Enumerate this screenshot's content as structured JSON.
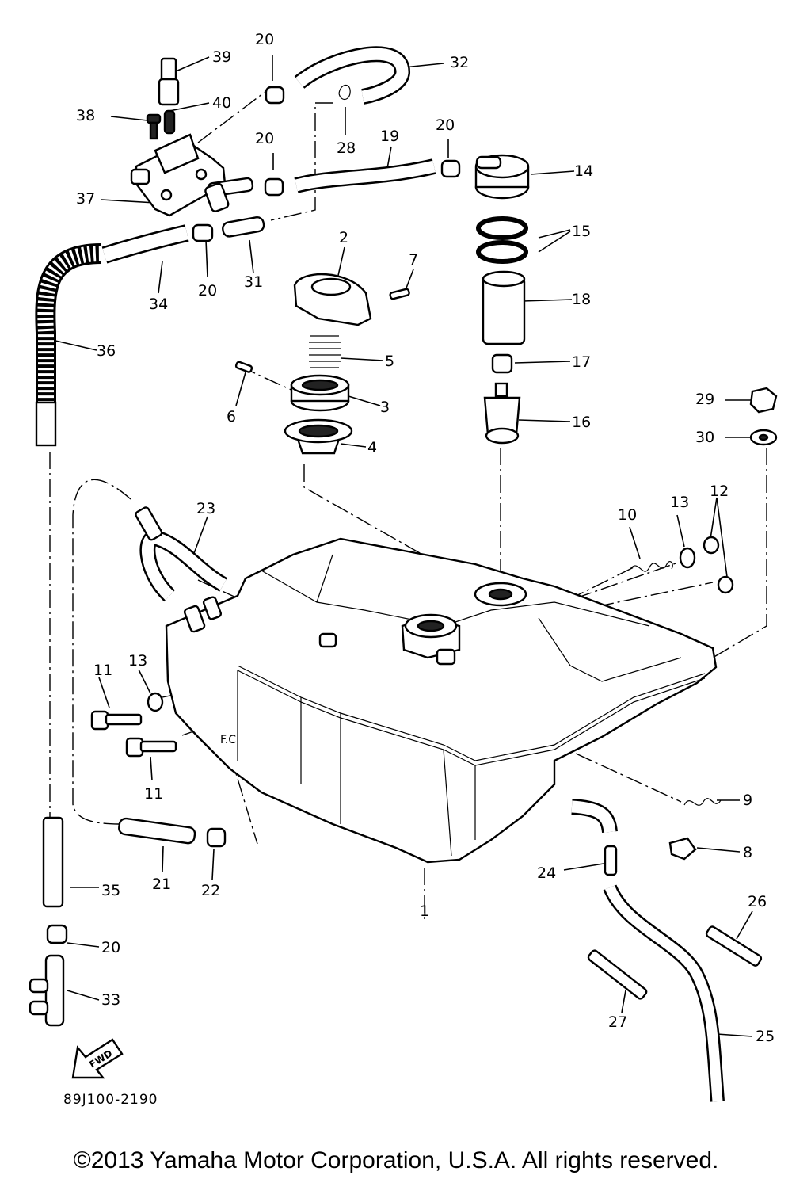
{
  "diagram_code": "89J100-2190",
  "copyright": "©2013 Yamaha Motor Corporation, U.S.A. All rights reserved.",
  "fwd_label": "FWD",
  "callouts": [
    {
      "id": "c39",
      "num": "39"
    },
    {
      "id": "c20a",
      "num": "20"
    },
    {
      "id": "c32",
      "num": "32"
    },
    {
      "id": "c40",
      "num": "40"
    },
    {
      "id": "c38",
      "num": "38"
    },
    {
      "id": "c28",
      "num": "28"
    },
    {
      "id": "c19",
      "num": "19"
    },
    {
      "id": "c20b",
      "num": "20"
    },
    {
      "id": "c20c",
      "num": "20"
    },
    {
      "id": "c14",
      "num": "14"
    },
    {
      "id": "c37",
      "num": "37"
    },
    {
      "id": "c15",
      "num": "15"
    },
    {
      "id": "c2",
      "num": "2"
    },
    {
      "id": "c7",
      "num": "7"
    },
    {
      "id": "c34",
      "num": "34"
    },
    {
      "id": "c20d",
      "num": "20"
    },
    {
      "id": "c31",
      "num": "31"
    },
    {
      "id": "c18",
      "num": "18"
    },
    {
      "id": "c36",
      "num": "36"
    },
    {
      "id": "c5",
      "num": "5"
    },
    {
      "id": "c17",
      "num": "17"
    },
    {
      "id": "c3",
      "num": "3"
    },
    {
      "id": "c6",
      "num": "6"
    },
    {
      "id": "c29",
      "num": "29"
    },
    {
      "id": "c16",
      "num": "16"
    },
    {
      "id": "c30",
      "num": "30"
    },
    {
      "id": "c4",
      "num": "4"
    },
    {
      "id": "c23",
      "num": "23"
    },
    {
      "id": "c13a",
      "num": "13"
    },
    {
      "id": "c12",
      "num": "12"
    },
    {
      "id": "c10",
      "num": "10"
    },
    {
      "id": "c11a",
      "num": "11"
    },
    {
      "id": "c13b",
      "num": "13"
    },
    {
      "id": "c11b",
      "num": "11"
    },
    {
      "id": "c9",
      "num": "9"
    },
    {
      "id": "c8",
      "num": "8"
    },
    {
      "id": "c35",
      "num": "35"
    },
    {
      "id": "c21",
      "num": "21"
    },
    {
      "id": "c22",
      "num": "22"
    },
    {
      "id": "c24",
      "num": "24"
    },
    {
      "id": "c1",
      "num": "1"
    },
    {
      "id": "c26",
      "num": "26"
    },
    {
      "id": "c20e",
      "num": "20"
    },
    {
      "id": "c33",
      "num": "33"
    },
    {
      "id": "c27",
      "num": "27"
    },
    {
      "id": "c25",
      "num": "25"
    }
  ]
}
